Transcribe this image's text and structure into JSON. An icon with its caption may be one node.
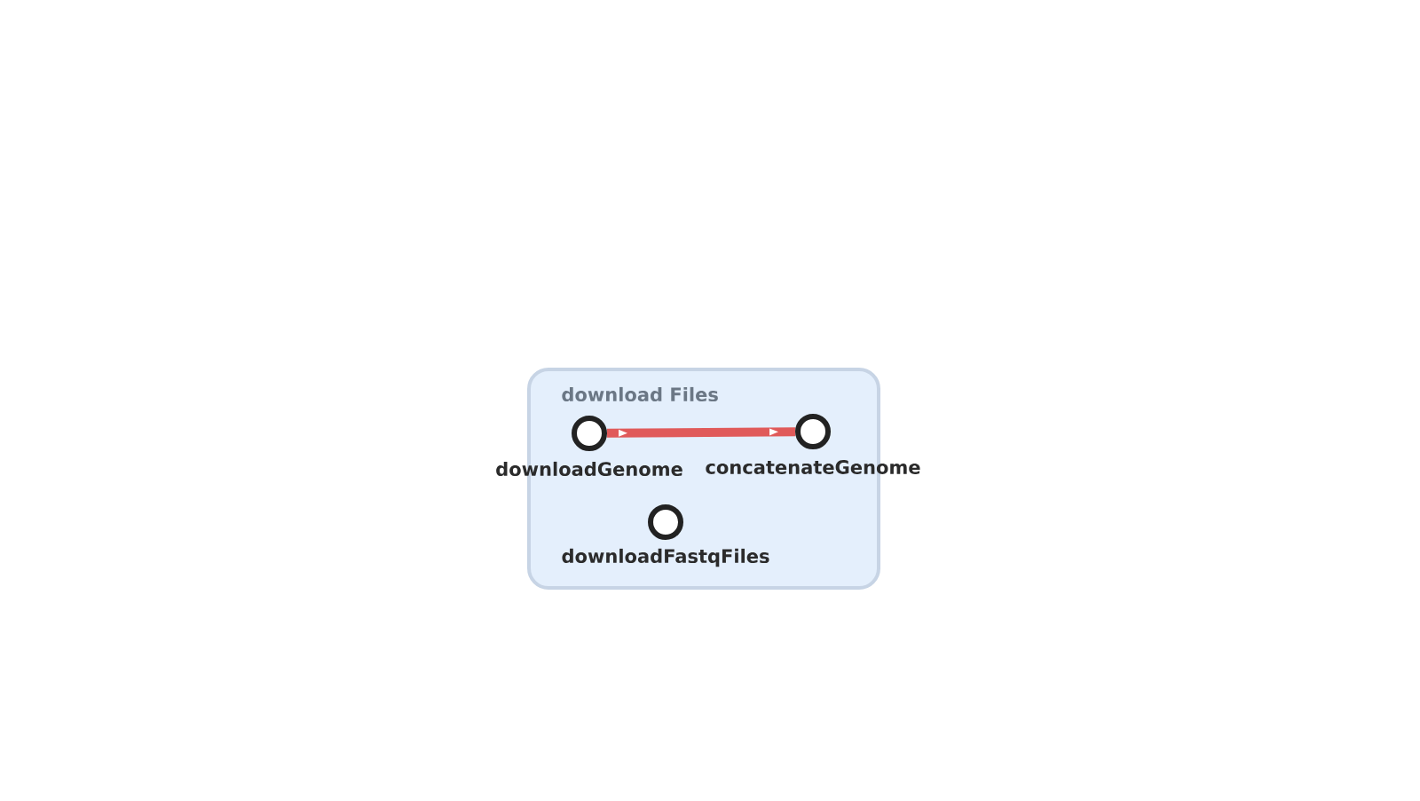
{
  "diagram": {
    "nodes": [
      {
        "text": [
          "download Files"
        ]
      },
      {
        "text": [],
        "shape": "circle",
        "beside": [
          "downloadGenome"
        ],
        "in": 0
      },
      {
        "text": [],
        "shape": "circle",
        "beside": [
          "concatenateGenome"
        ],
        "in": 0
      },
      {
        "text": [],
        "shape": "circle",
        "beside": [
          "downloadFastqFiles"
        ],
        "in": 0
      }
    ],
    "edges": [
      {
        "from": 1,
        "to": 2,
        "arrow": "to"
      }
    ]
  }
}
